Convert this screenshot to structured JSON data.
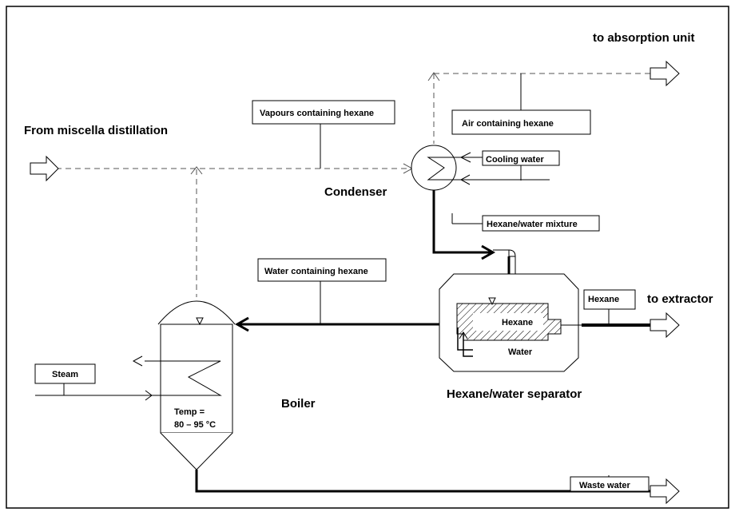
{
  "labels": {
    "from_miscella": "From miscella distillation",
    "to_absorption": "to absorption unit",
    "vapours": "Vapours containing hexane",
    "air_hexane": "Air containing hexane",
    "cooling_water": "Cooling water",
    "condenser": "Condenser",
    "hexane_water_mixture": "Hexane/water mixture",
    "water_containing_hexane": "Water containing hexane",
    "hexane_box": "Hexane",
    "to_extractor": "to extractor",
    "hexane_inner": "Hexane",
    "water_inner": "Water",
    "separator": "Hexane/water separator",
    "steam": "Steam",
    "boiler": "Boiler",
    "temp_line1": "Temp =",
    "temp_line2": "80 – 95 °C",
    "waste_water": "Waste water"
  }
}
